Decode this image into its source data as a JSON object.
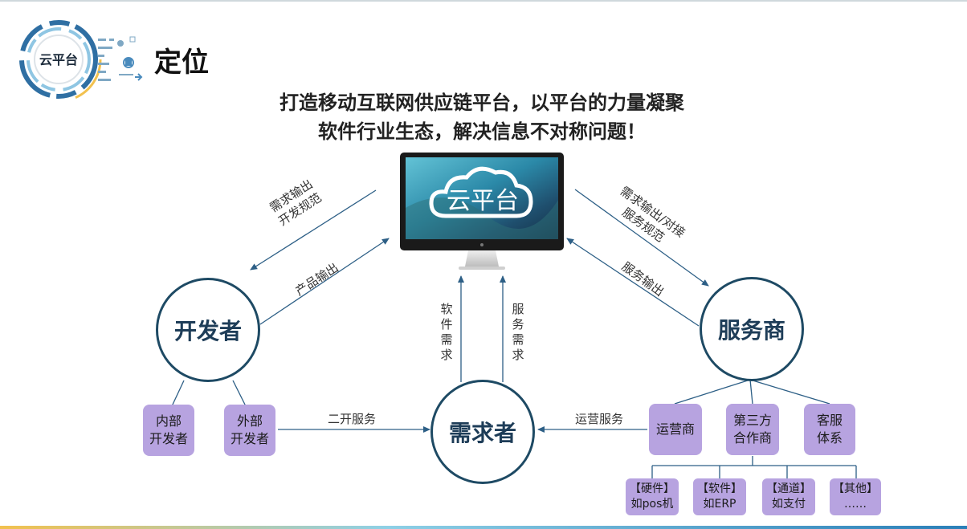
{
  "header": {
    "logo_text": "云平台",
    "title": "定位"
  },
  "subtitle": {
    "line1": "打造移动互联网供应链平台，以平台的力量凝聚",
    "line2": "软件行业生态，解决信息不对称问题！"
  },
  "center": {
    "cloud_label": "云平台"
  },
  "nodes": {
    "developer": "开发者",
    "provider": "服务商",
    "demander": "需求者"
  },
  "developer_boxes": [
    {
      "label": "内部\n开发者"
    },
    {
      "label": "外部\n开发者"
    }
  ],
  "provider_boxes": [
    {
      "label": "运营商"
    },
    {
      "label": "第三方\n合作商"
    },
    {
      "label": "客服\n体系"
    }
  ],
  "partner_boxes": [
    {
      "label": "【硬件】\n如pos机"
    },
    {
      "label": "【软件】\n如ERP"
    },
    {
      "label": "【通道】\n如支付"
    },
    {
      "label": "【其他】\n……"
    }
  ],
  "edge_labels": {
    "platform_to_dev": "需求输出\n开发规范",
    "dev_to_platform": "产品输出",
    "platform_to_provider": "需求输出/对接\n服务规范",
    "provider_to_platform": "服务输出",
    "software_demand": "软件需求",
    "service_demand": "服务需求",
    "dev_service": "二开服务",
    "ops_service": "运营服务"
  },
  "colors": {
    "circle_border": "#1e4a64",
    "box_fill": "#b7a3e0",
    "arrow": "#2d5f86"
  }
}
